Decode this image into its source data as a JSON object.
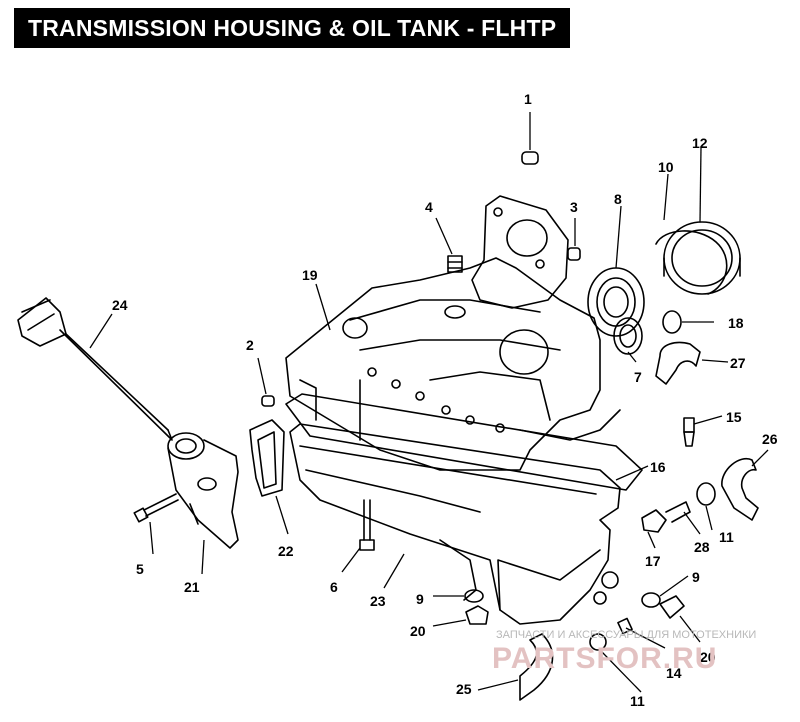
{
  "title": "TRANSMISSION HOUSING & OIL TANK - FLHTP",
  "callouts": [
    "1",
    "2",
    "3",
    "4",
    "5",
    "6",
    "7",
    "8",
    "9",
    "9",
    "10",
    "11",
    "11",
    "12",
    "14",
    "15",
    "16",
    "17",
    "18",
    "19",
    "20",
    "20",
    "21",
    "22",
    "23",
    "24",
    "25",
    "26",
    "27",
    "28"
  ],
  "watermark": {
    "top_line": "ЗАПЧАСТИ И АКСЕССУАРЫ ДЛЯ МОТОТЕХНИКИ",
    "brand": "PARTSFOR.RU"
  }
}
